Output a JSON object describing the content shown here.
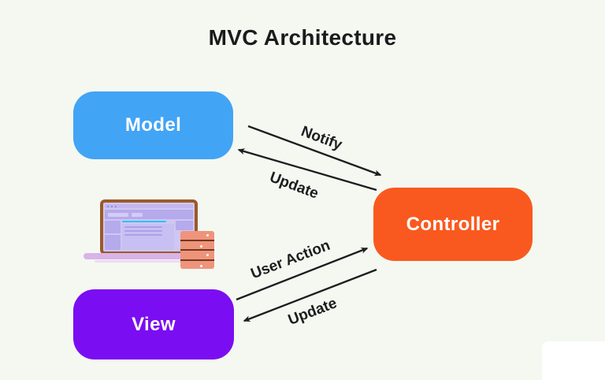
{
  "title": "MVC Architecture",
  "colors": {
    "background": "#f4f8f1",
    "arrow": "#1d1d1f",
    "node_text": "#ffffff"
  },
  "nodes": {
    "model": {
      "label": "Model",
      "color": "#42a4f5"
    },
    "controller": {
      "label": "Controller",
      "color": "#f9591e"
    },
    "view": {
      "label": "View",
      "color": "#7b0df2"
    }
  },
  "edges": [
    {
      "label": "Notify",
      "from": "Model",
      "to": "Controller"
    },
    {
      "label": "Update",
      "from": "Controller",
      "to": "Model"
    },
    {
      "label": "User Action",
      "from": "View",
      "to": "Controller"
    },
    {
      "label": "Update",
      "from": "Controller",
      "to": "View"
    }
  ],
  "illustration": {
    "laptop_icon": "laptop-browser-illustration",
    "database_icon": "database-stack-illustration"
  }
}
